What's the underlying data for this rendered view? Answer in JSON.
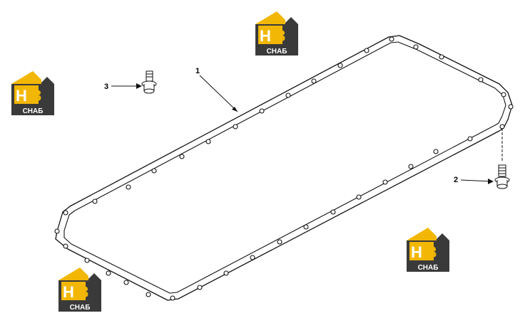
{
  "callouts": [
    {
      "label": "1",
      "part": "oil-pan-gasket"
    },
    {
      "label": "2",
      "part": "bolt-right"
    },
    {
      "label": "3",
      "part": "bolt-left"
    }
  ],
  "watermark": {
    "main": "H3",
    "sub": "СНАБ",
    "colors": {
      "accent": "#f2b705",
      "dark": "#333333",
      "light": "#ffffff"
    }
  },
  "line_color": "#111111"
}
